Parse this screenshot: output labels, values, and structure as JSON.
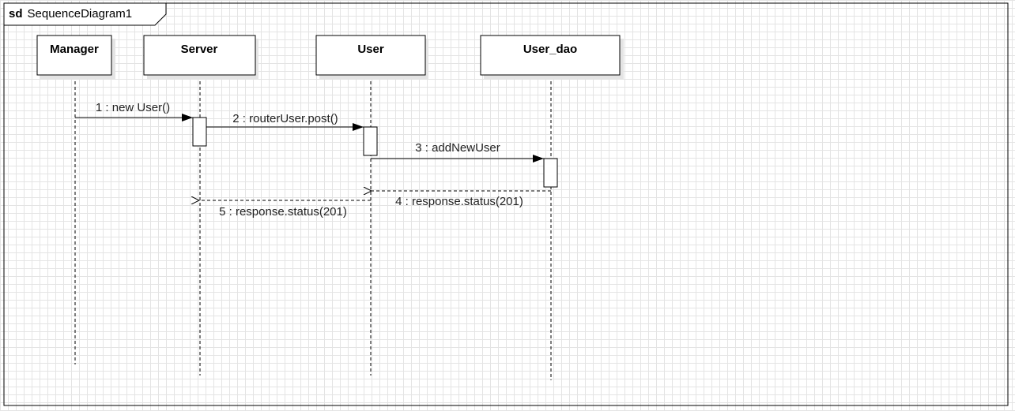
{
  "frame": {
    "keyword": "sd",
    "name": "SequenceDiagram1"
  },
  "lifelines": [
    {
      "id": "manager",
      "label": "Manager"
    },
    {
      "id": "server",
      "label": "Server"
    },
    {
      "id": "user",
      "label": "User"
    },
    {
      "id": "user_dao",
      "label": "User_dao"
    }
  ],
  "messages": [
    {
      "label": "1 : new User()",
      "from": "manager",
      "to": "server",
      "kind": "sync"
    },
    {
      "label": "2 : routerUser.post()",
      "from": "server",
      "to": "user",
      "kind": "sync"
    },
    {
      "label": "3 : addNewUser",
      "from": "user",
      "to": "user_dao",
      "kind": "sync"
    },
    {
      "label": "4 : response.status(201)",
      "from": "user_dao",
      "to": "user",
      "kind": "return"
    },
    {
      "label": "5 : response.status(201)",
      "from": "user",
      "to": "server",
      "kind": "return"
    }
  ]
}
